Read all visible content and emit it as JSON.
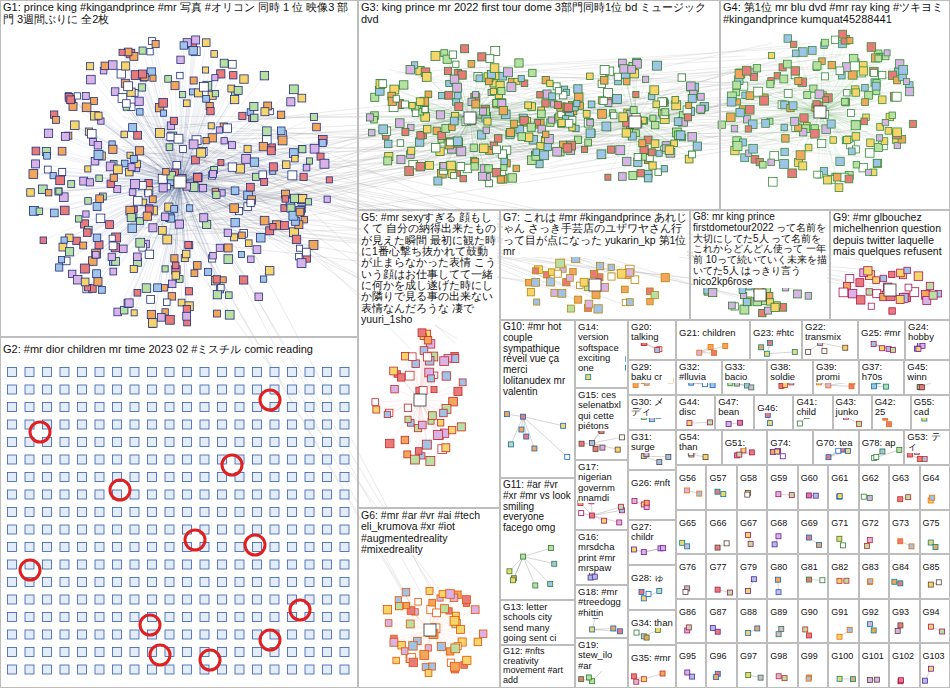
{
  "diagram": {
    "nodes": [
      {
        "text": [
          "G1: prince king #kingandprince #mr 写真 #オリコン 同時 1 位 映像3 部門 3週間ぶりに 全2枚"
        ]
      },
      {
        "text": [
          "G3: king prince mr 2022 first tour dome 3部門同時1位 bd ミュージックdvd"
        ]
      },
      {
        "text": [
          "G4: 第1位 mr blu dvd #mr ray king #ツキヨミ #kingandprince kumquat45288441"
        ]
      },
      {
        "text": [
          "G2: #mr dior children mr time 2023 02 #ミスチル comic reading"
        ]
      },
      {
        "text": [
          "G5: #mr sexyすぎる 顔もしくて 自分の納得出来たものが見えた瞬間 最初に観た時に1番心撃ち抜かれて鼓動が止まらなかった表情 こういう顔はお仕事してて一緒に何かを成し遂げた時にしか隣りで見る事の出来ない表情なんだろうな 凄で yuuri_1sho"
        ]
      },
      {
        "text": [
          "G7: これは #mr #kingandprince あれじゃん さっき手芸店のユザワヤさん行って目が点になった yukarin_kp 第1位 mr"
        ]
      },
      {
        "text": [
          "G8: mr king prince firstdometour2022 って名前を大切にしてた5人 って名前をこれからどんどん使って 一年前 10って続いていく未来を描いてた5人 はっきり言う nico2kp6rose"
        ]
      },
      {
        "text": [
          "G9: #mr glbouchez michelhenrion question depuis twitter laquelle mais quelques refusent"
        ]
      },
      {
        "text": [
          "G6: #mr #ar #vr #ai #tech eli_krumova #xr #iot #augmentedreality #mixedreality"
        ]
      },
      {
        "text": [
          "G10: #mr hot couple sympathique réveil vue ça merci lolitanudex mr valentin"
        ]
      },
      {
        "text": [
          "G11: #ar #vr #xr #mr vs look smiling everyone facego omg"
        ]
      },
      {
        "text": [
          "G13: letter schools city send many going sent ci"
        ]
      },
      {
        "text": [
          "G12: #nfts creativity movement #art add"
        ]
      },
      {
        "text": [
          "G14: version softspace exciting one"
        ]
      },
      {
        "text": [
          "G15: ces selenatbxl qui cette piétons"
        ]
      },
      {
        "text": [
          "G17: nigerian governm nnamdi"
        ]
      },
      {
        "text": [
          "G16: mrsdcha print #mr mrspaw"
        ]
      },
      {
        "text": [
          "G18: #mr #treedogg #hittin"
        ]
      },
      {
        "text": [
          "G19: stew_ilo #ar"
        ]
      },
      {
        "text": [
          "G20: talking"
        ]
      },
      {
        "text": [
          "G29: baku cr"
        ]
      },
      {
        "text": [
          "G30: メディ"
        ]
      },
      {
        "text": [
          "G31: surge"
        ]
      },
      {
        "text": [
          "G26: #nft"
        ]
      },
      {
        "text": [
          "G27: childr"
        ]
      },
      {
        "text": [
          "G28: ゅ"
        ]
      },
      {
        "text": [
          "G34: than"
        ]
      },
      {
        "text": [
          "G35: #mr"
        ]
      },
      {
        "text": [
          "G21: children"
        ]
      },
      {
        "text": [
          "G23: #htc"
        ]
      },
      {
        "text": [
          "G22: transmix"
        ]
      },
      {
        "text": [
          "G25: #mr"
        ]
      },
      {
        "text": [
          "G24: hobby"
        ]
      },
      {
        "text": [
          "G32: #lluvia"
        ]
      },
      {
        "text": [
          "G33: bacio"
        ]
      },
      {
        "text": [
          "G38: soldie"
        ]
      },
      {
        "text": [
          "G39: promi"
        ]
      },
      {
        "text": [
          "G37: h70s"
        ]
      },
      {
        "text": [
          "G45: winn"
        ]
      },
      {
        "text": [
          "G44: disc"
        ]
      },
      {
        "text": [
          "G47: bean"
        ]
      },
      {
        "text": [
          "G46:"
        ]
      },
      {
        "text": [
          "G41: child"
        ]
      },
      {
        "text": [
          "G43: junko"
        ]
      },
      {
        "text": [
          "G42: 25"
        ]
      },
      {
        "text": [
          "G55: cad"
        ]
      },
      {
        "text": [
          "G54: than"
        ]
      },
      {
        "text": [
          "G51:"
        ]
      },
      {
        "text": [
          "G74:"
        ]
      },
      {
        "text": [
          "G70: tea"
        ]
      },
      {
        "text": [
          "G78: ap"
        ]
      },
      {
        "text": [
          "G53: ティ"
        ]
      },
      {
        "text": [
          "G56"
        ]
      },
      {
        "text": [
          "G57"
        ]
      },
      {
        "text": [
          "G58"
        ]
      },
      {
        "text": [
          "G59"
        ]
      },
      {
        "text": [
          "G60"
        ]
      },
      {
        "text": [
          "G61"
        ]
      },
      {
        "text": [
          "G62"
        ]
      },
      {
        "text": [
          "G63"
        ]
      },
      {
        "text": [
          "G64"
        ]
      },
      {
        "text": [
          "G65"
        ]
      },
      {
        "text": [
          "G66"
        ]
      },
      {
        "text": [
          "G67"
        ]
      },
      {
        "text": [
          "G68"
        ]
      },
      {
        "text": [
          "G69"
        ]
      },
      {
        "text": [
          "G71"
        ]
      },
      {
        "text": [
          "G72"
        ]
      },
      {
        "text": [
          "G73"
        ]
      },
      {
        "text": [
          "G75"
        ]
      },
      {
        "text": [
          "G76"
        ]
      },
      {
        "text": [
          "G77"
        ]
      },
      {
        "text": [
          "G79"
        ]
      },
      {
        "text": [
          "G80"
        ]
      },
      {
        "text": [
          "G81"
        ]
      },
      {
        "text": [
          "G82"
        ]
      },
      {
        "text": [
          "G83"
        ]
      },
      {
        "text": [
          "G84"
        ]
      },
      {
        "text": [
          "G85"
        ]
      },
      {
        "text": [
          "G86"
        ]
      },
      {
        "text": [
          "G87"
        ]
      },
      {
        "text": [
          "G88"
        ]
      },
      {
        "text": [
          "G89"
        ]
      },
      {
        "text": [
          "G90"
        ]
      },
      {
        "text": [
          "G91"
        ]
      },
      {
        "text": [
          "G92"
        ]
      },
      {
        "text": [
          "G93"
        ]
      },
      {
        "text": [
          "G94"
        ]
      },
      {
        "text": [
          "G95"
        ]
      },
      {
        "text": [
          "G96"
        ]
      },
      {
        "text": [
          "G97"
        ]
      },
      {
        "text": [
          "G98"
        ]
      },
      {
        "text": [
          "G99"
        ]
      },
      {
        "text": [
          "G100"
        ]
      },
      {
        "text": [
          "G101"
        ]
      },
      {
        "text": [
          "G102"
        ]
      },
      {
        "text": [
          "G103"
        ]
      }
    ]
  }
}
